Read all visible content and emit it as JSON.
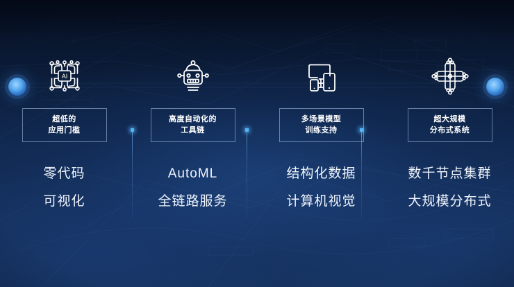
{
  "slide": {
    "background_top_color": "#08142a",
    "background_bottom_color": "#16325e",
    "accent_color": "#56b3f5",
    "text_color": "#eef4fc"
  },
  "decor": {
    "left_node": "glow-node",
    "right_node": "glow-node",
    "dividers": [
      {
        "dot": "square-dot"
      },
      {
        "dot": "square-dot"
      },
      {
        "dot": "square-dot"
      }
    ]
  },
  "columns": [
    {
      "icon": "ai-chip-icon",
      "icon_text": "AI",
      "label_lines": [
        "超低的",
        "应用门槛"
      ],
      "items": [
        "零代码",
        "可视化"
      ]
    },
    {
      "icon": "robot-head-icon",
      "label_lines": [
        "高度自动化的",
        "工具链"
      ],
      "items": [
        "AutoML",
        "全链路服务"
      ]
    },
    {
      "icon": "multi-device-icon",
      "label_lines": [
        "多场景模型",
        "训练支持"
      ],
      "items": [
        "结构化数据",
        "计算机视觉"
      ]
    },
    {
      "icon": "distributed-network-icon",
      "label_lines": [
        "超大规模",
        "分布式系统"
      ],
      "items": [
        "数千节点集群",
        "大规模分布式"
      ]
    }
  ]
}
